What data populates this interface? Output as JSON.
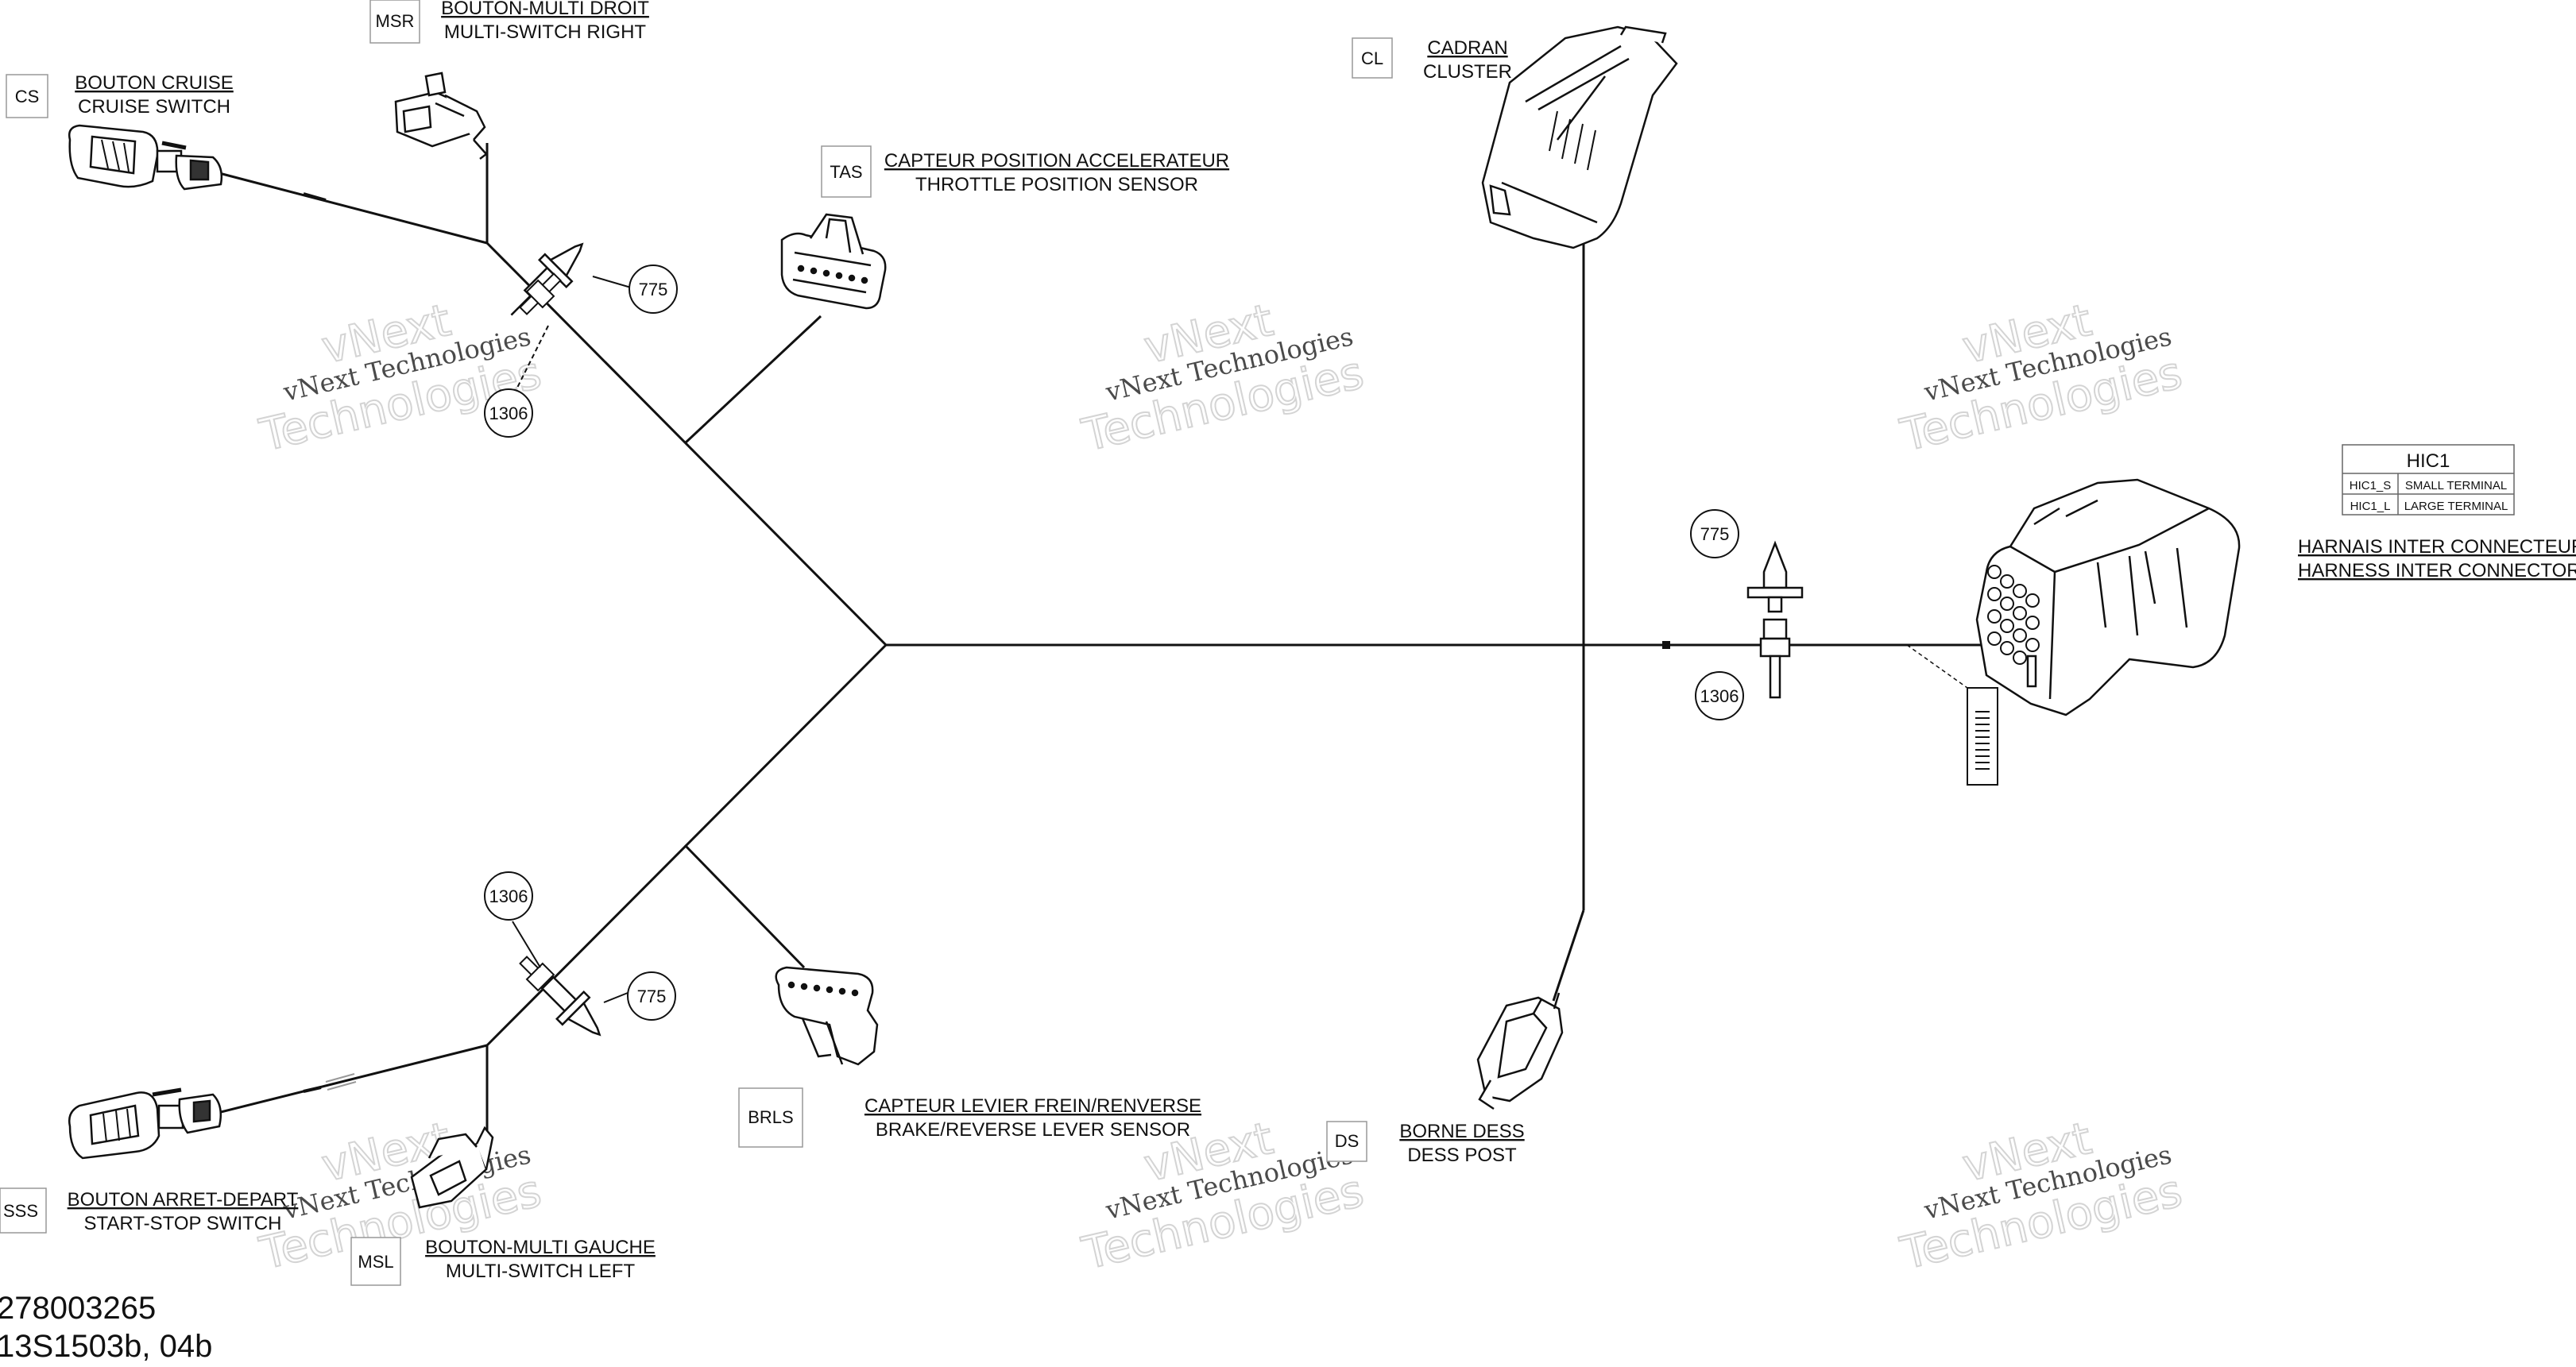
{
  "connectors": {
    "cs": {
      "code": "CS",
      "label_fr": "BOUTON CRUISE",
      "label_en": "CRUISE SWITCH"
    },
    "msr": {
      "code": "MSR",
      "label_fr": "BOUTON-MULTI DROIT",
      "label_en": "MULTI-SWITCH RIGHT"
    },
    "tas": {
      "code": "TAS",
      "label_fr": "CAPTEUR POSITION ACCELERATEUR",
      "label_en": "THROTTLE POSITION SENSOR"
    },
    "cl": {
      "code": "CL",
      "label_fr": "CADRAN",
      "label_en": "CLUSTER"
    },
    "hic": {
      "label_fr": "HARNAIS INTER CONNECTEUR",
      "label_en": "HARNESS INTER CONNECTOR"
    },
    "brls": {
      "code": "BRLS",
      "label_fr": "CAPTEUR LEVIER FREIN/RENVERSE",
      "label_en": "BRAKE/REVERSE LEVER SENSOR"
    },
    "ds": {
      "code": "DS",
      "label_fr": "BORNE DESS",
      "label_en": "DESS POST"
    },
    "sss": {
      "code": "SSS",
      "label_fr": "BOUTON ARRET-DEPART",
      "label_en": "START-STOP SWITCH"
    },
    "msl": {
      "code": "MSL",
      "label_fr": "BOUTON-MULTI GAUCHE",
      "label_en": "MULTI-SWITCH LEFT"
    }
  },
  "hic_table": {
    "title": "HIC1",
    "rows": [
      {
        "code": "HIC1_S",
        "desc": "SMALL TERMINAL"
      },
      {
        "code": "HIC1_L",
        "desc": "LARGE TERMINAL"
      }
    ]
  },
  "callouts": {
    "top_clip": "775",
    "top_tie": "1306",
    "mid_clip": "775",
    "mid_tie": "1306",
    "bot_tie": "1306",
    "bot_clip": "775"
  },
  "watermark": {
    "line1": "vNext Technologies",
    "line2": "vNext",
    "line3": "Technologies"
  },
  "footer": {
    "part_number": "278003265",
    "drawing_ref": "13S1503b, 04b"
  }
}
